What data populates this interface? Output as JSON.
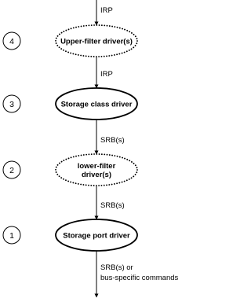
{
  "stack": {
    "nodes": [
      {
        "number": "4",
        "lines": [
          "Upper-filter driver(s)"
        ],
        "border": "dotted"
      },
      {
        "number": "3",
        "lines": [
          "Storage class driver"
        ],
        "border": "solid"
      },
      {
        "number": "2",
        "lines": [
          "lower-filter",
          "driver(s)"
        ],
        "border": "dotted"
      },
      {
        "number": "1",
        "lines": [
          "Storage port driver"
        ],
        "border": "solid"
      }
    ],
    "edges": [
      {
        "lines": [
          "IRP"
        ]
      },
      {
        "lines": [
          "IRP"
        ]
      },
      {
        "lines": [
          "SRB(s)"
        ]
      },
      {
        "lines": [
          "SRB(s)"
        ]
      },
      {
        "lines": [
          "SRB(s) or",
          "bus-specific commands"
        ]
      }
    ]
  }
}
